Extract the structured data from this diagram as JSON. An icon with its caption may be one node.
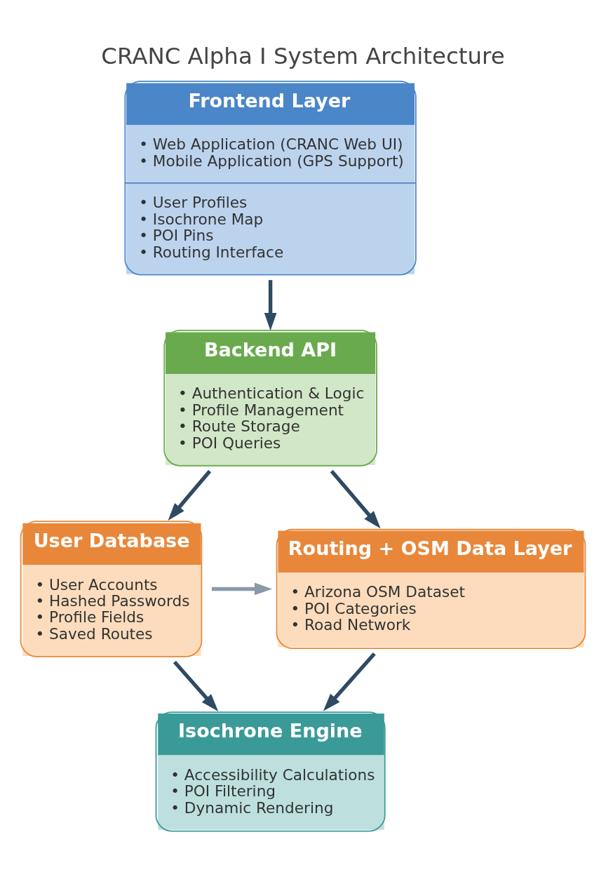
{
  "diagram": {
    "title": "CRANC Alpha I System Architecture",
    "nodes": [
      {
        "text": [
          "Frontend Layer",
          "• Web Application (CRANC Web UI)",
          "• Mobile Application (GPS Support)",
          "• User Profiles",
          "• Isochrone Map",
          "• POI Pins",
          "• Routing Interface"
        ]
      },
      {
        "text": [
          "Backend API",
          "• Authentication & Logic",
          "• Profile Management",
          "• Route Storage",
          "• POI Queries"
        ]
      },
      {
        "text": [
          "User Database",
          "• User Accounts",
          "• Hashed Passwords",
          "• Profile Fields",
          "• Saved Routes"
        ]
      },
      {
        "text": [
          "Routing + OSM Data Layer",
          "• Arizona OSM Dataset",
          "• POI Categories",
          "• Road Network"
        ]
      },
      {
        "text": [
          "Isochrone Engine",
          "• Accessibility Calculations",
          "• POI Filtering",
          "• Dynamic Rendering"
        ]
      }
    ],
    "edges": [
      {
        "from": 0,
        "to": 1,
        "arrow": "to"
      },
      {
        "from": 1,
        "to": 2,
        "arrow": "to"
      },
      {
        "from": 1,
        "to": 3,
        "arrow": "to"
      },
      {
        "from": 2,
        "to": 3,
        "arrow": "to",
        "color": "#8a9aab"
      },
      {
        "from": 2,
        "to": 4,
        "arrow": "to"
      },
      {
        "from": 3,
        "to": 4,
        "arrow": "to"
      }
    ]
  }
}
